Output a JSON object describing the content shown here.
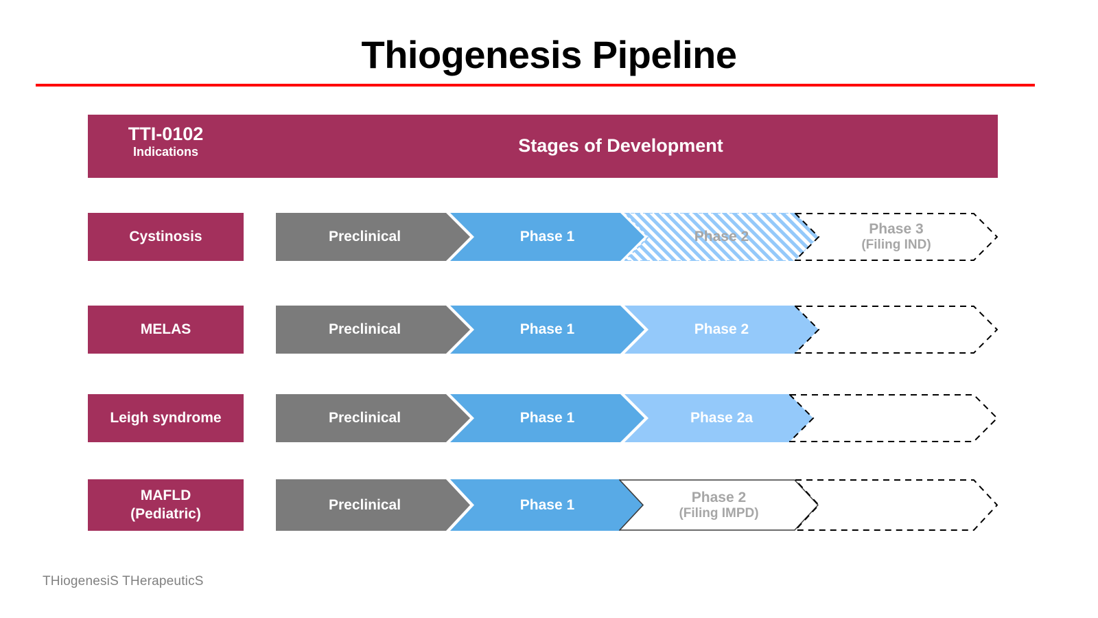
{
  "slide": {
    "title": "Thiogenesis Pipeline",
    "rule_color": "#ff0000",
    "footer": "THiogenesiS THerapeuticS"
  },
  "header": {
    "drug_code": "TTI-0102",
    "drug_subtitle": "Indications",
    "stages_title": "Stages of Development",
    "band_color": "#a3305c"
  },
  "colors": {
    "maroon": "#a3305c",
    "gray_preclinical": "#7b7b7b",
    "blue_phase1": "#58aae6",
    "light_blue_phase2": "#94c9fa",
    "label_gray": "#a6a6a6",
    "dashed_black": "#000000",
    "hatch_blue": "#94c9fa"
  },
  "rows": [
    {
      "indication": "Cystinosis",
      "stages": [
        {
          "label": "Preclinical",
          "sub": "",
          "style": "gray",
          "text": "white"
        },
        {
          "label": "Phase 1",
          "sub": "",
          "style": "blue",
          "text": "white"
        },
        {
          "label": "Phase 2",
          "sub": "",
          "style": "hatched-blue",
          "text": "gray"
        },
        {
          "label": "Phase 3",
          "sub": "(Filing IND)",
          "style": "dashed-black",
          "text": "gray"
        }
      ]
    },
    {
      "indication": "MELAS",
      "stages": [
        {
          "label": "Preclinical",
          "sub": "",
          "style": "gray",
          "text": "white"
        },
        {
          "label": "Phase 1",
          "sub": "",
          "style": "blue",
          "text": "white"
        },
        {
          "label": "Phase 2",
          "sub": "",
          "style": "light-blue",
          "text": "white"
        },
        {
          "label": "",
          "sub": "",
          "style": "dashed-black",
          "text": "gray"
        }
      ]
    },
    {
      "indication": "Leigh syndrome",
      "stages": [
        {
          "label": "Preclinical",
          "sub": "",
          "style": "gray",
          "text": "white"
        },
        {
          "label": "Phase 1",
          "sub": "",
          "style": "blue",
          "text": "white"
        },
        {
          "label": "Phase 2a",
          "sub": "",
          "style": "light-blue",
          "text": "white"
        },
        {
          "label": "",
          "sub": "",
          "style": "dashed-black",
          "text": "gray"
        }
      ]
    },
    {
      "indication_line1": "MAFLD",
      "indication_line2": "(Pediatric)",
      "stages": [
        {
          "label": "Preclinical",
          "sub": "",
          "style": "gray",
          "text": "white"
        },
        {
          "label": "Phase 1",
          "sub": "",
          "style": "blue",
          "text": "white"
        },
        {
          "label": "Phase 2",
          "sub": "(Filing IMPD)",
          "style": "solid-outline",
          "text": "gray"
        },
        {
          "label": "",
          "sub": "",
          "style": "dashed-black",
          "text": "gray"
        }
      ]
    }
  ]
}
